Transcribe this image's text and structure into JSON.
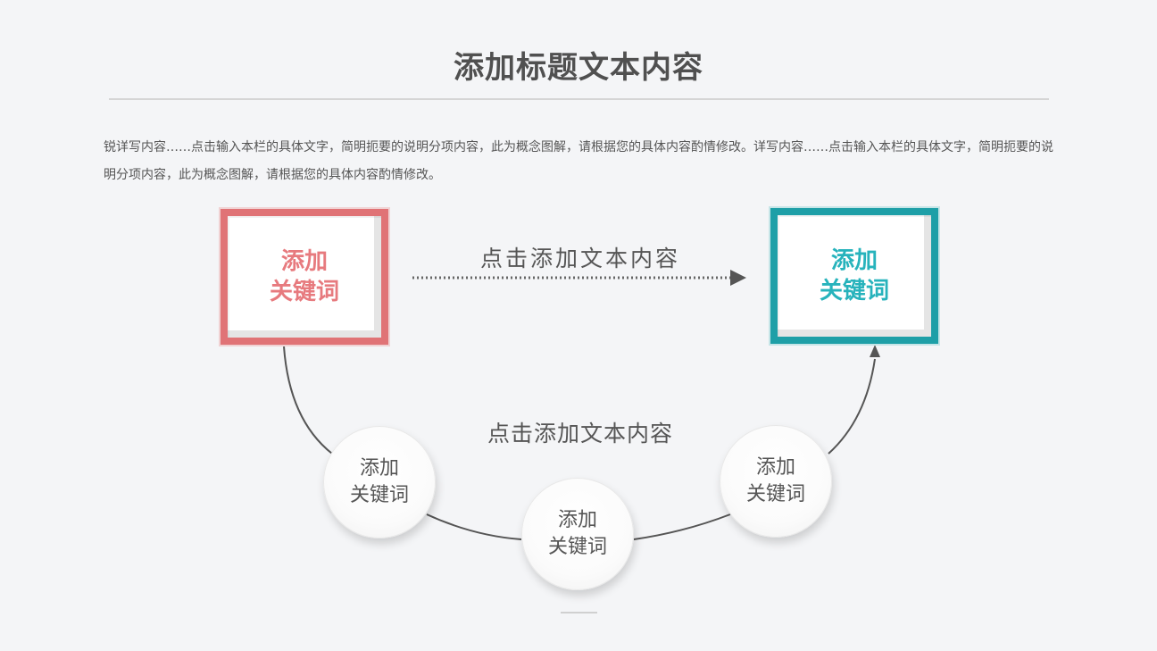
{
  "title": "添加标题文本内容",
  "description": "锐详写内容……点击输入本栏的具体文字，简明扼要的说明分项内容，此为概念图解，请根据您的具体内容酌情修改。详写内容……点击输入本栏的具体文字，简明扼要的说明分项内容，此为概念图解，请根据您的具体内容酌情修改。",
  "box_left": {
    "line1": "添加",
    "line2": "关键词",
    "color": "#e07376"
  },
  "box_right": {
    "line1": "添加",
    "line2": "关键词",
    "color": "#1e9fa7"
  },
  "arrow_label": "点击添加文本内容",
  "center_label": "点击添加文本内容",
  "circles": [
    {
      "line1": "添加",
      "line2": "关键词"
    },
    {
      "line1": "添加",
      "line2": "关键词"
    },
    {
      "line1": "添加",
      "line2": "关键词"
    }
  ]
}
